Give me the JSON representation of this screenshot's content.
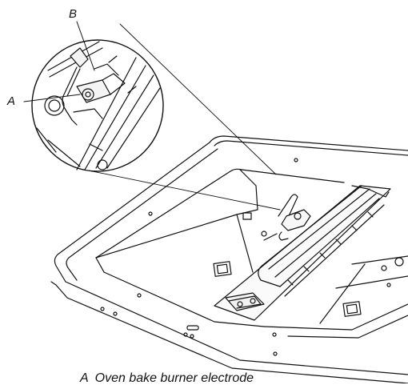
{
  "callouts": {
    "a": "A",
    "b": "B"
  },
  "caption": {
    "letter": "A",
    "text": "Oven bake burner electrode"
  },
  "colors": {
    "line": "#111111",
    "background": "#ffffff",
    "shade": "#f2f2f2"
  }
}
